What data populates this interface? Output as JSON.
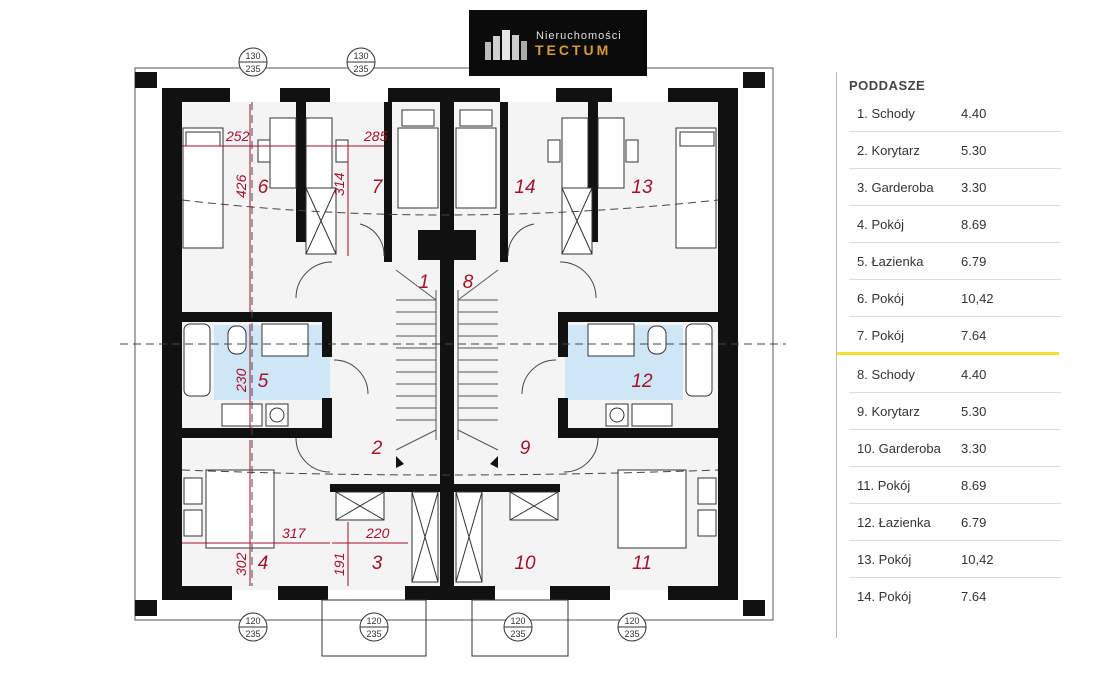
{
  "logo": {
    "top": "Nieruchomości",
    "main": "TECTUM"
  },
  "legend": {
    "title": "PODDASZE",
    "rooms": [
      {
        "name": "1. Schody",
        "area": "4.40"
      },
      {
        "name": "2. Korytarz",
        "area": "5.30"
      },
      {
        "name": "3. Garderoba",
        "area": "3.30"
      },
      {
        "name": "4. Pokój",
        "area": "8.69"
      },
      {
        "name": "5. Łazienka",
        "area": "6.79"
      },
      {
        "name": "6. Pokój",
        "area": "10,42"
      },
      {
        "name": "7. Pokój",
        "area": "7.64"
      },
      {
        "name": "8. Schody",
        "area": "4.40"
      },
      {
        "name": "9. Korytarz",
        "area": "5.30"
      },
      {
        "name": "10. Garderoba",
        "area": "3.30"
      },
      {
        "name": "11. Pokój",
        "area": "8.69"
      },
      {
        "name": "12. Łazienka",
        "area": "6.79"
      },
      {
        "name": "13. Pokój",
        "area": "10,42"
      },
      {
        "name": "14. Pokój",
        "area": "7.64"
      }
    ],
    "accent_color": "#f0e030"
  },
  "plan": {
    "room_numbers": [
      "1",
      "2",
      "3",
      "4",
      "5",
      "6",
      "7",
      "8",
      "9",
      "10",
      "11",
      "12",
      "13",
      "14"
    ],
    "dimensions": [
      "252",
      "285",
      "426",
      "314",
      "230",
      "317",
      "220",
      "302",
      "191"
    ],
    "windows": [
      "130",
      "235",
      "130",
      "235",
      "120",
      "235",
      "120",
      "235",
      "120",
      "235",
      "120",
      "235"
    ],
    "colors": {
      "wall": "#111111",
      "bath": "#cfe6f7",
      "label": "#a3122a"
    }
  }
}
